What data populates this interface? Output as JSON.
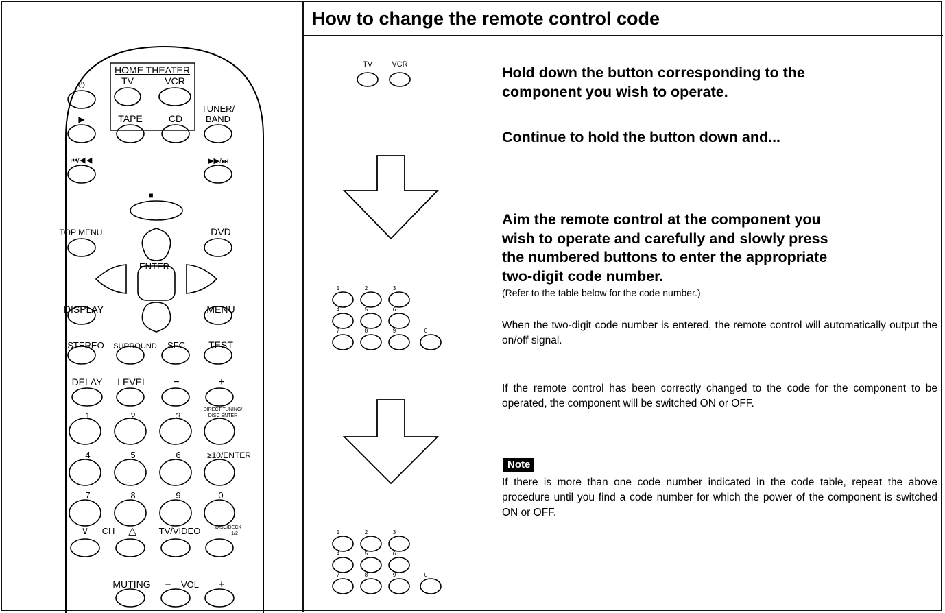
{
  "title": "How to change the remote control code",
  "remote": {
    "group_label": "HOME THEATER",
    "buttons": {
      "power": "⏻",
      "tv": "TV",
      "vcr": "VCR",
      "play": "▶",
      "tape": "TAPE",
      "cd": "CD",
      "tuner_band_1": "TUNER/",
      "tuner_band_2": "BAND",
      "skip_back": "⏮/◀◀",
      "stop": "■",
      "skip_fwd": "▶▶/⏭",
      "top_menu": "TOP MENU",
      "dvd": "DVD",
      "enter": "ENTER",
      "display": "DISPLAY",
      "menu": "MENU",
      "stereo": "STEREO",
      "surround": "SURROUND",
      "sfc": "SFC",
      "test": "TEST",
      "delay": "DELAY",
      "level": "LEVEL",
      "minus": "−",
      "plus": "+",
      "n1": "1",
      "n2": "2",
      "n3": "3",
      "direct_tuning_1": "DIRECT TUNING/",
      "direct_tuning_2": "DISC ENTER",
      "n4": "4",
      "n5": "5",
      "n6": "6",
      "ge10_enter": "≥10/ENTER",
      "n7": "7",
      "n8": "8",
      "n9": "9",
      "n0": "0",
      "ch_down": "∨",
      "ch": "CH",
      "ch_up": "△",
      "tv_video": "TV/VIDEO",
      "disc_deck_1": "DISC/DECK",
      "disc_deck_2": "1/2",
      "muting": "MUTING",
      "vol_minus": "−",
      "vol": "VOL",
      "vol_plus": "+"
    }
  },
  "illustrations": {
    "tv": "TV",
    "vcr": "VCR",
    "keypad": [
      "1",
      "2",
      "3",
      "4",
      "5",
      "6",
      "7",
      "8",
      "9",
      "0"
    ]
  },
  "steps": {
    "step1_line1": "Hold down the button corresponding to the",
    "step1_line2": "component you wish to operate.",
    "step2": "Continue to hold the button down and...",
    "step3_line1": "Aim the remote control at the component you",
    "step3_line2": "wish to operate and carefully and slowly press",
    "step3_line3": "the numbered buttons to enter the appropriate",
    "step3_line4": "two-digit code number.",
    "step3_ref": "(Refer to the table below for the code number.)",
    "para1": "When the two-digit code number is entered, the remote control will automatically output the on/off signal.",
    "para2": "If the remote control has been correctly changed to the code for the component to be operated, the component will be switched ON or OFF.",
    "note_label": "Note",
    "note_text": "If there is more than one code number indicated in the code table, repeat the above procedure until you find a code number for which the power of the component is switched ON or OFF."
  }
}
